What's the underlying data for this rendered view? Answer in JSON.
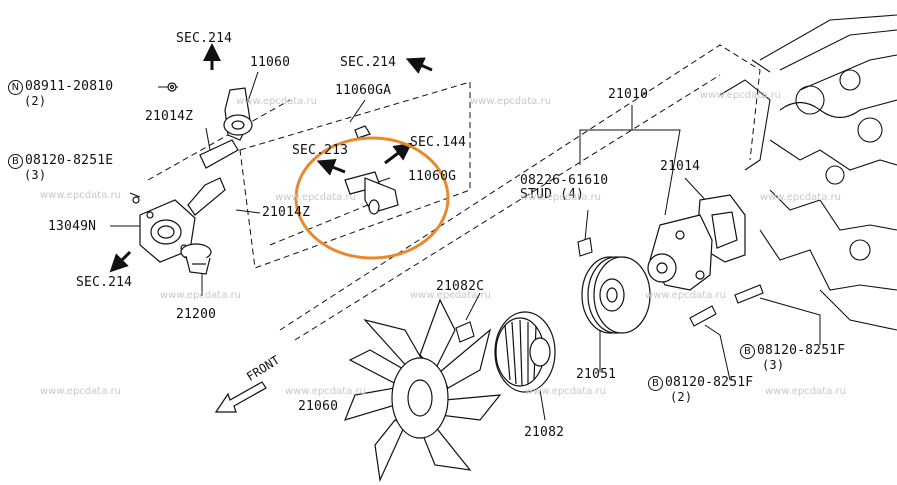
{
  "watermark": "www.epcdata.ru",
  "labels": {
    "sec214_top": "SEC.214",
    "p11060": "11060",
    "sec214_mid": "SEC.214",
    "n08911": "08911-20810",
    "n08911_qty": "(2)",
    "p11060ga": "11060GA",
    "p21014z_top": "21014Z",
    "sec213": "SEC.213",
    "sec144": "SEC.144",
    "b08120_left": "08120-8251E",
    "b08120_left_qty": "(3)",
    "p11060g": "11060G",
    "p21014z_mid": "21014Z",
    "p13049n": "13049N",
    "sec214_left": "SEC.214",
    "p21200": "21200",
    "p21010": "21010",
    "p21014": "21014",
    "p08226": "08226-61610",
    "stud": "STUD (4)",
    "p21082c": "21082C",
    "front": "FRONT",
    "p21060": "21060",
    "p21051": "21051",
    "p21082": "21082",
    "b08120_r1": "08120-8251F",
    "b08120_r1_qty": "(3)",
    "b08120_r2": "08120-8251F",
    "b08120_r2_qty": "(2)"
  },
  "badges": {
    "n": "N",
    "b": "B"
  },
  "colors": {
    "highlight": "#e8892d",
    "line": "#111111",
    "watermark": "#c8c8c8"
  }
}
